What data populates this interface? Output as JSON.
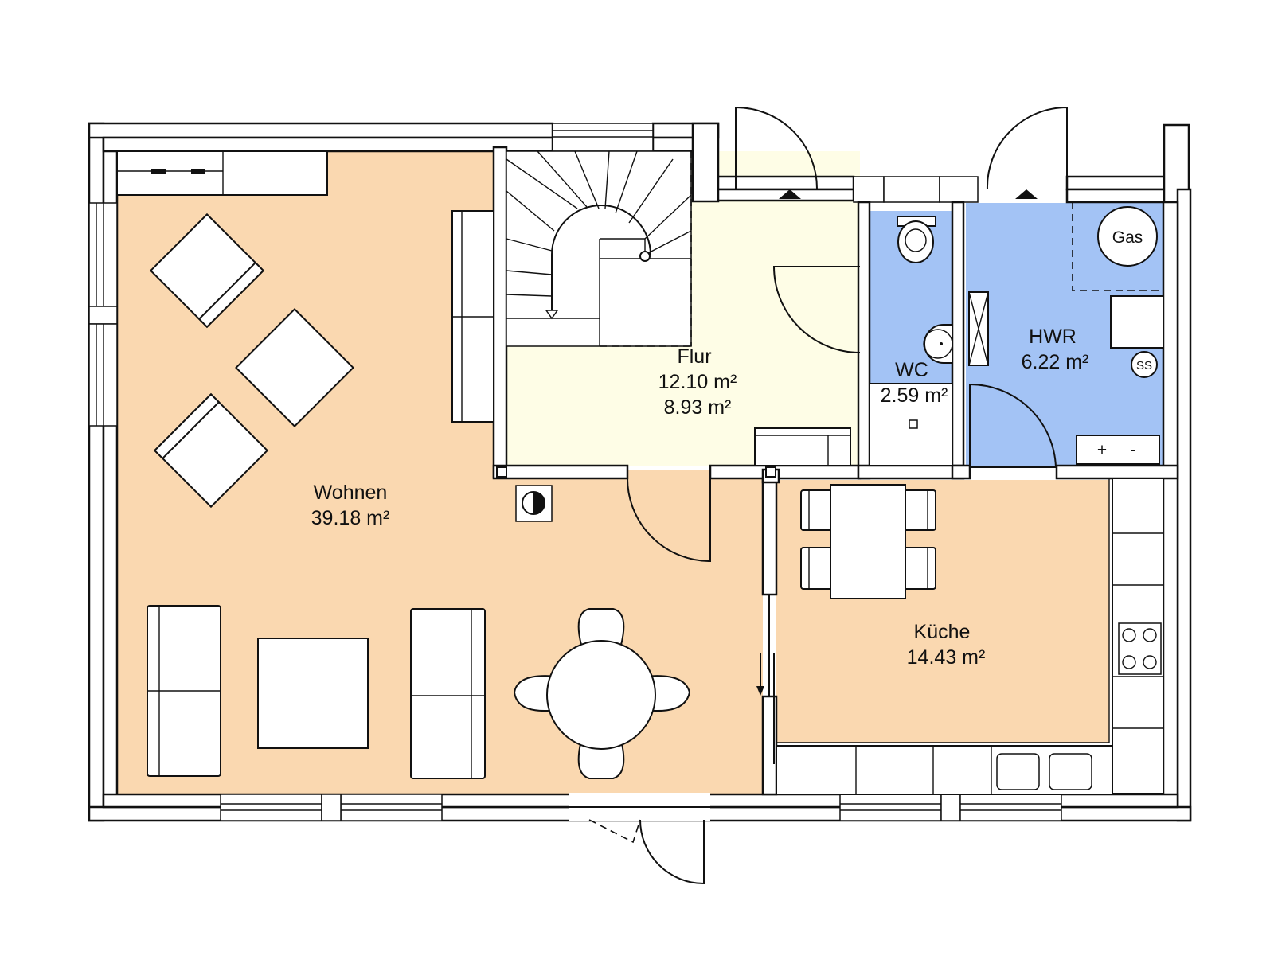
{
  "colors": {
    "wohnen": "#fad8b0",
    "kueche": "#fad8b0",
    "flur": "#fefde6",
    "wc": "#a3c3f5",
    "hwr": "#a3c3f5",
    "wall": "#ffffff",
    "line": "#111111"
  },
  "rooms": {
    "wohnen": {
      "name": "Wohnen",
      "area": "39.18 m²"
    },
    "flur": {
      "name": "Flur",
      "area": "12.10 m²",
      "area2": "8.93 m²"
    },
    "wc": {
      "name": "WC",
      "area": "2.59 m²"
    },
    "hwr": {
      "name": "HWR",
      "area": "6.22 m²"
    },
    "kueche": {
      "name": "Küche",
      "area": "14.43 m²"
    }
  },
  "fixtures": {
    "gas": "Gas",
    "ss": "SS",
    "panel_plus": "+",
    "panel_minus": "-"
  }
}
